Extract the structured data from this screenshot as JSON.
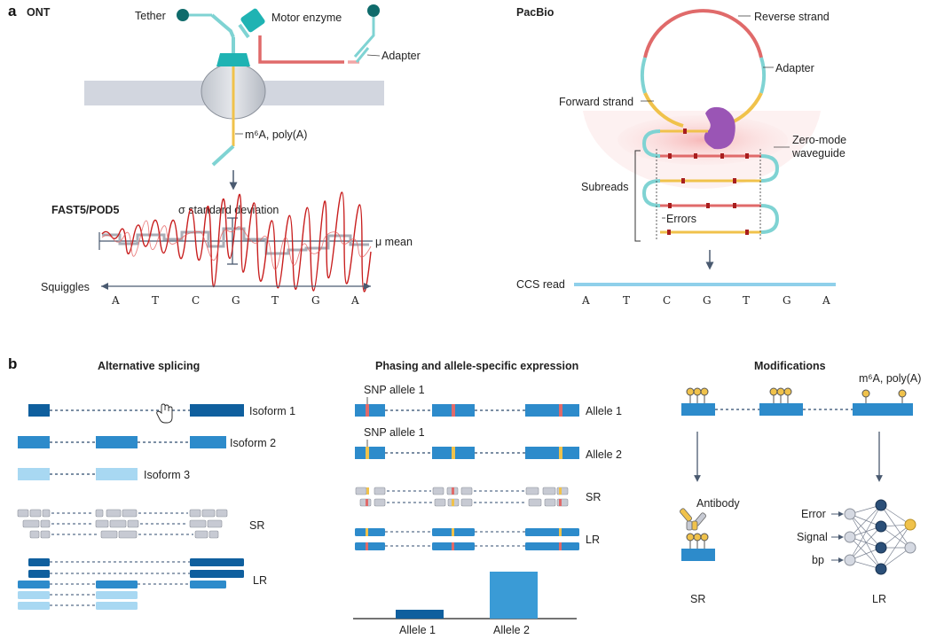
{
  "panel_a": {
    "letter": "a",
    "ont": {
      "title": "ONT",
      "tether": "Tether",
      "motor_enzyme": "Motor enzyme",
      "adapter": "Adapter",
      "mod_label": "m⁶A, poly(A)",
      "fast5": "FAST5/POD5",
      "sigma": "σ standard deviation",
      "mu": "μ mean",
      "squiggles": "Squiggles",
      "bases": [
        "A",
        "T",
        "C",
        "G",
        "T",
        "G",
        "A"
      ]
    },
    "pacbio": {
      "title": "PacBio",
      "reverse_strand": "Reverse strand",
      "adapter": "Adapter",
      "forward_strand": "Forward strand",
      "zmw_line1": "Zero-mode",
      "zmw_line2": "waveguide",
      "subreads": "Subreads",
      "errors": "Errors",
      "ccs": "CCS read",
      "bases": [
        "A",
        "T",
        "C",
        "G",
        "T",
        "G",
        "A"
      ]
    }
  },
  "panel_b": {
    "letter": "b",
    "splicing": {
      "title": "Alternative splicing",
      "isoforms": [
        "Isoform 1",
        "Isoform 2",
        "Isoform 3"
      ],
      "sr": "SR",
      "lr": "LR"
    },
    "phasing": {
      "title": "Phasing and allele-specific expression",
      "snp1": "SNP allele 1",
      "snp2": "SNP allele 1",
      "allele1": "Allele 1",
      "allele2": "Allele 2",
      "sr": "SR",
      "lr": "LR",
      "bar_labels": [
        "Allele 1",
        "Allele 2"
      ]
    },
    "modifications": {
      "title": "Modifications",
      "mod_label": "m⁶A, poly(A)",
      "antibody": "Antibody",
      "error": "Error",
      "signal": "Signal",
      "bp": "bp",
      "sr": "SR",
      "lr": "LR"
    }
  },
  "colors": {
    "teal": "#7fd3d3",
    "yellow": "#f0c24b",
    "red": "#e06a6a",
    "dark_blue": "#0f5f9e",
    "mid_blue": "#3a9bd6",
    "light_blue": "#a8d8f2",
    "grey": "#c7cad3"
  }
}
